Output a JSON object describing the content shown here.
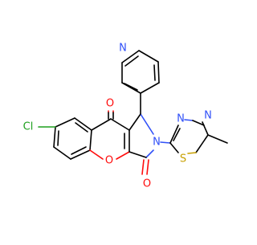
{
  "molecule": {
    "atom_labels": {
      "cl": "Cl",
      "o_ketone": "O",
      "o_ring": "O",
      "o_lactam": "O",
      "n_lactam": "N",
      "n_pyridine": "N",
      "n_thiadiazole_1": "N",
      "n_thiadiazole_2": "N",
      "s_thiadiazole": "S"
    },
    "colors": {
      "carbon_bond": "#000000",
      "oxygen": "#ff0d0d",
      "nitrogen": "#3050f8",
      "sulfur": "#c8a000",
      "chlorine": "#1fa01f"
    }
  }
}
